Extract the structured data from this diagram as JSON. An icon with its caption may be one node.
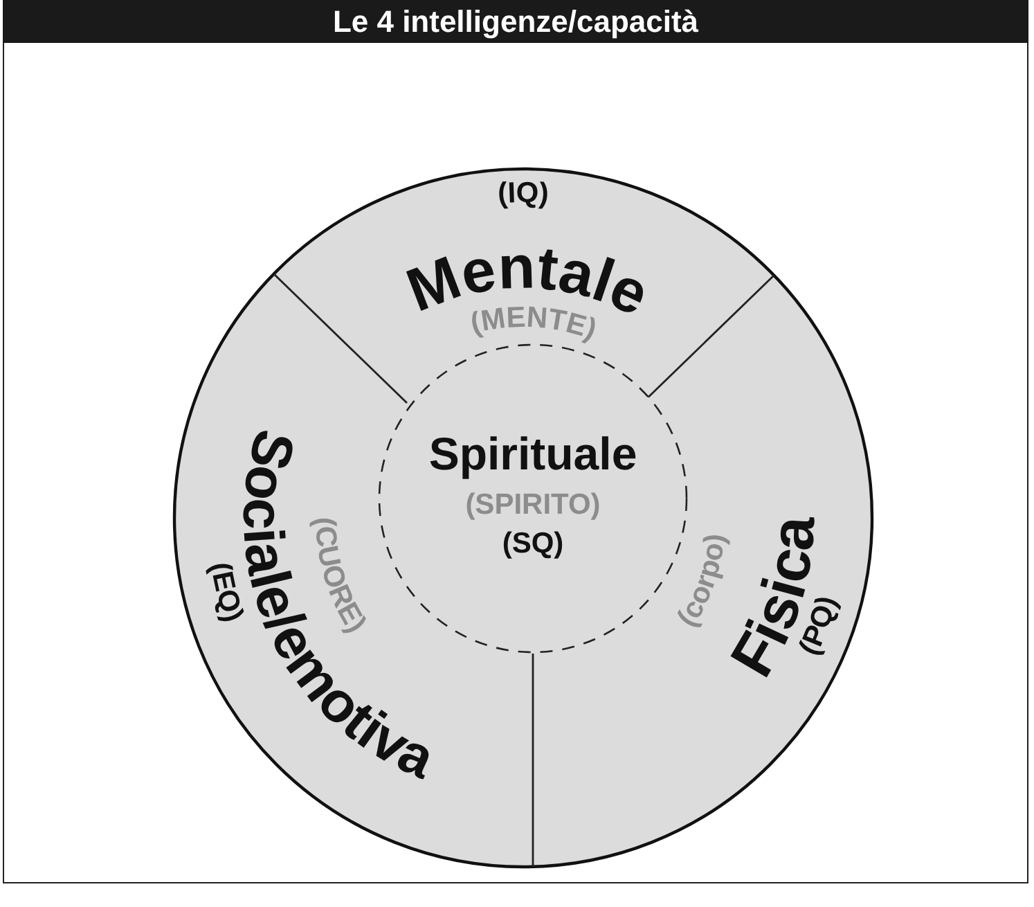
{
  "diagram": {
    "title": "Le 4 intelligenze/capacità",
    "nodes": [
      {
        "text": [
          "(IQ)",
          "Mentale",
          "(MENTE)"
        ]
      },
      {
        "text": [
          "(EQ)",
          "Sociale/emotiva",
          "(CUORE)"
        ]
      },
      {
        "text": [
          "Spirituale",
          "(SPIRITO)",
          "(SQ)"
        ]
      },
      {
        "text": [
          "(corpo)",
          "Fisica",
          "(PQ)"
        ]
      }
    ]
  }
}
